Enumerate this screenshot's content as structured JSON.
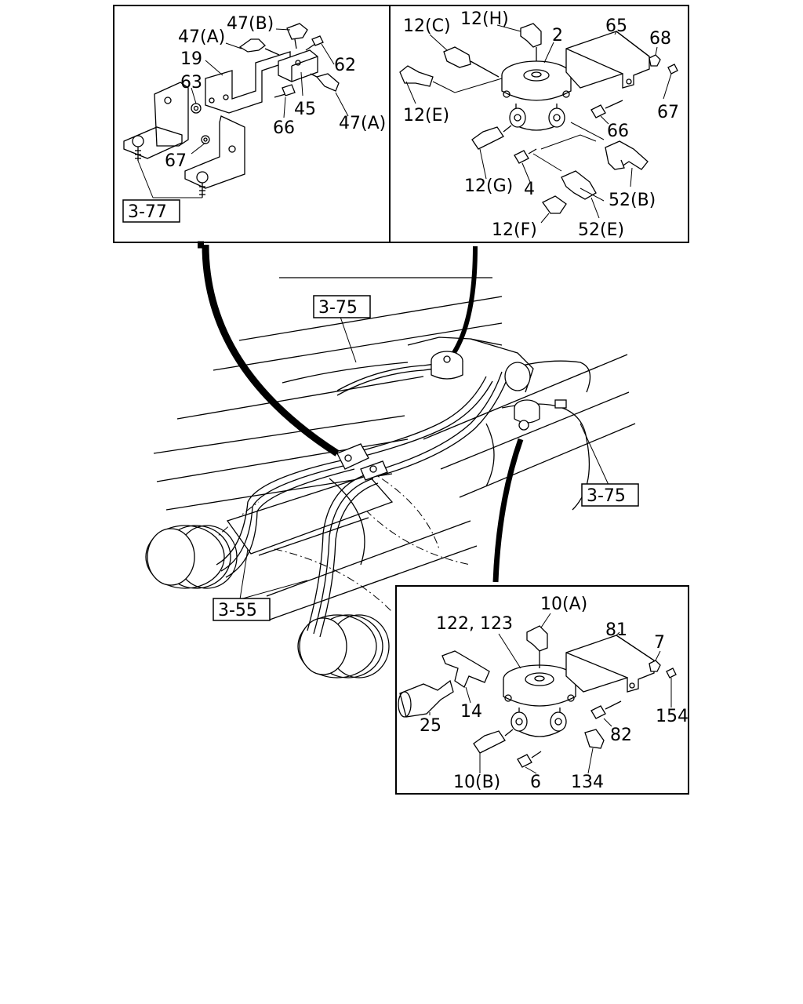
{
  "panel_top_left": {
    "labels": [
      "47(B)",
      "47(A)",
      "19",
      "63",
      "62",
      "45",
      "66",
      "47(A)",
      "67"
    ],
    "ref": "3-77"
  },
  "panel_top_right": {
    "labels": [
      "12(C)",
      "12(H)",
      "2",
      "65",
      "68",
      "12(E)",
      "67",
      "66",
      "12(G)",
      "4",
      "52(B)",
      "12(F)",
      "52(E)"
    ]
  },
  "main_view": {
    "refs": [
      "3-75",
      "3-75",
      "3-55"
    ]
  },
  "panel_bottom_right": {
    "labels": [
      "10(A)",
      "122, 123",
      "81",
      "7",
      "14",
      "25",
      "154",
      "82",
      "10(B)",
      "6",
      "134"
    ]
  }
}
